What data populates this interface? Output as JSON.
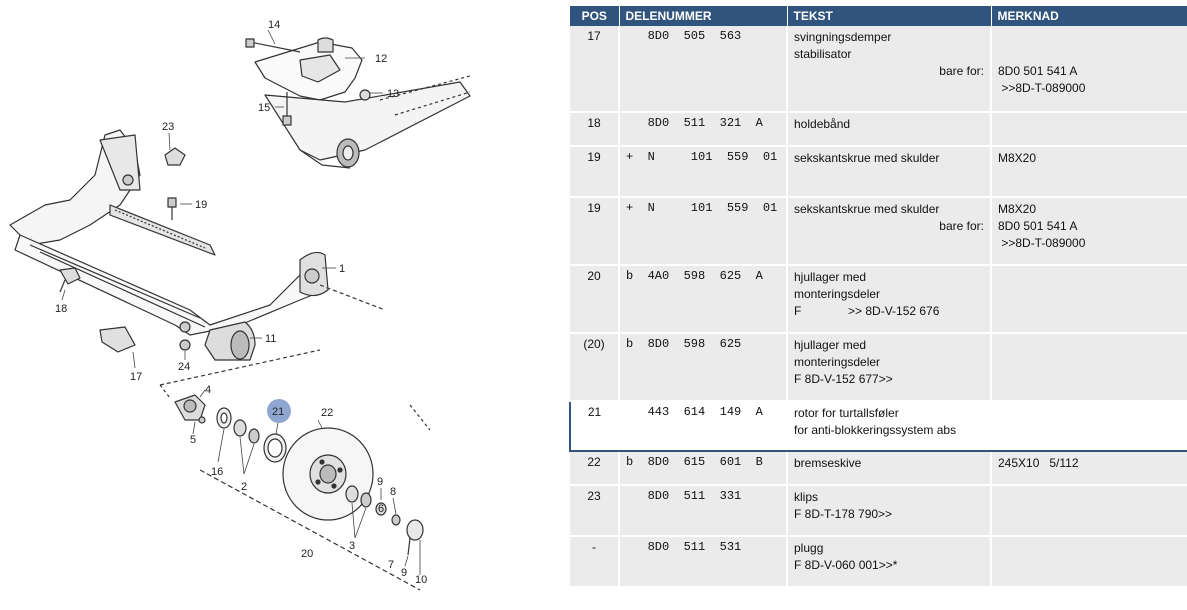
{
  "diagram": {
    "callouts": [
      "14",
      "12",
      "13",
      "15",
      "23",
      "19",
      "1",
      "18",
      "11",
      "24",
      "17",
      "4",
      "21",
      "22",
      "5",
      "16",
      "2",
      "9",
      "8",
      "6",
      "3",
      "7",
      "9",
      "10",
      "20"
    ],
    "highlighted_callout": "21",
    "highlight_color": "#8fa7d0"
  },
  "table": {
    "headers": [
      "POS",
      "DELENUMMER",
      "TEKST",
      "MERKNAD"
    ],
    "header_color": "#30547e",
    "row_color": "#ebebeb",
    "rows": [
      {
        "pos": "17",
        "part": "   8D0  505  563",
        "text": [
          "svingningsdemper",
          "stabilisator"
        ],
        "text_right": "bare for:",
        "note": [
          "",
          "",
          "8D0 501 541 A",
          " >>8D-T-089000"
        ]
      },
      {
        "pos": "18",
        "part": "   8D0  511  321  A",
        "text": [
          "holdebånd"
        ],
        "text_right": "",
        "note": [
          ""
        ]
      },
      {
        "pos": "19",
        "part": "+  N     101  559  01",
        "text": [
          "sekskantskrue med skulder"
        ],
        "text_right": "",
        "note": [
          "M8X20"
        ]
      },
      {
        "pos": "19",
        "part": "+  N     101  559  01",
        "text": [
          "sekskantskrue med skulder"
        ],
        "text_right": "bare for:",
        "note": [
          "M8X20",
          "8D0 501 541 A",
          " >>8D-T-089000"
        ]
      },
      {
        "pos": "20",
        "part": "b  4A0  598  625  A",
        "text": [
          "hjullager med",
          "monteringsdeler",
          "F              >> 8D-V-152 676"
        ],
        "text_right": "",
        "note": [
          ""
        ]
      },
      {
        "pos": "(20)",
        "part": "b  8D0  598  625",
        "text": [
          "hjullager med",
          "monteringsdeler",
          "F 8D-V-152 677>>"
        ],
        "text_right": "",
        "note": [
          ""
        ]
      },
      {
        "pos": "21",
        "part": "   443  614  149  A",
        "text": [
          "rotor for turtallsføler",
          "for anti-blokkeringssystem abs"
        ],
        "text_right": "",
        "note": [
          ""
        ],
        "selected": true
      },
      {
        "pos": "22",
        "part": "b  8D0  615  601  B",
        "text": [
          "bremseskive"
        ],
        "text_right": "",
        "note": [
          "245X10   5/112"
        ]
      },
      {
        "pos": "23",
        "part": "   8D0  511  331",
        "text": [
          "klips",
          "F 8D-T-178 790>>"
        ],
        "text_right": "",
        "note": [
          ""
        ]
      },
      {
        "pos": "-",
        "part": "   8D0  511  531",
        "text": [
          "plugg",
          "F 8D-V-060 001>>*"
        ],
        "text_right": "",
        "note": [
          ""
        ]
      }
    ]
  }
}
